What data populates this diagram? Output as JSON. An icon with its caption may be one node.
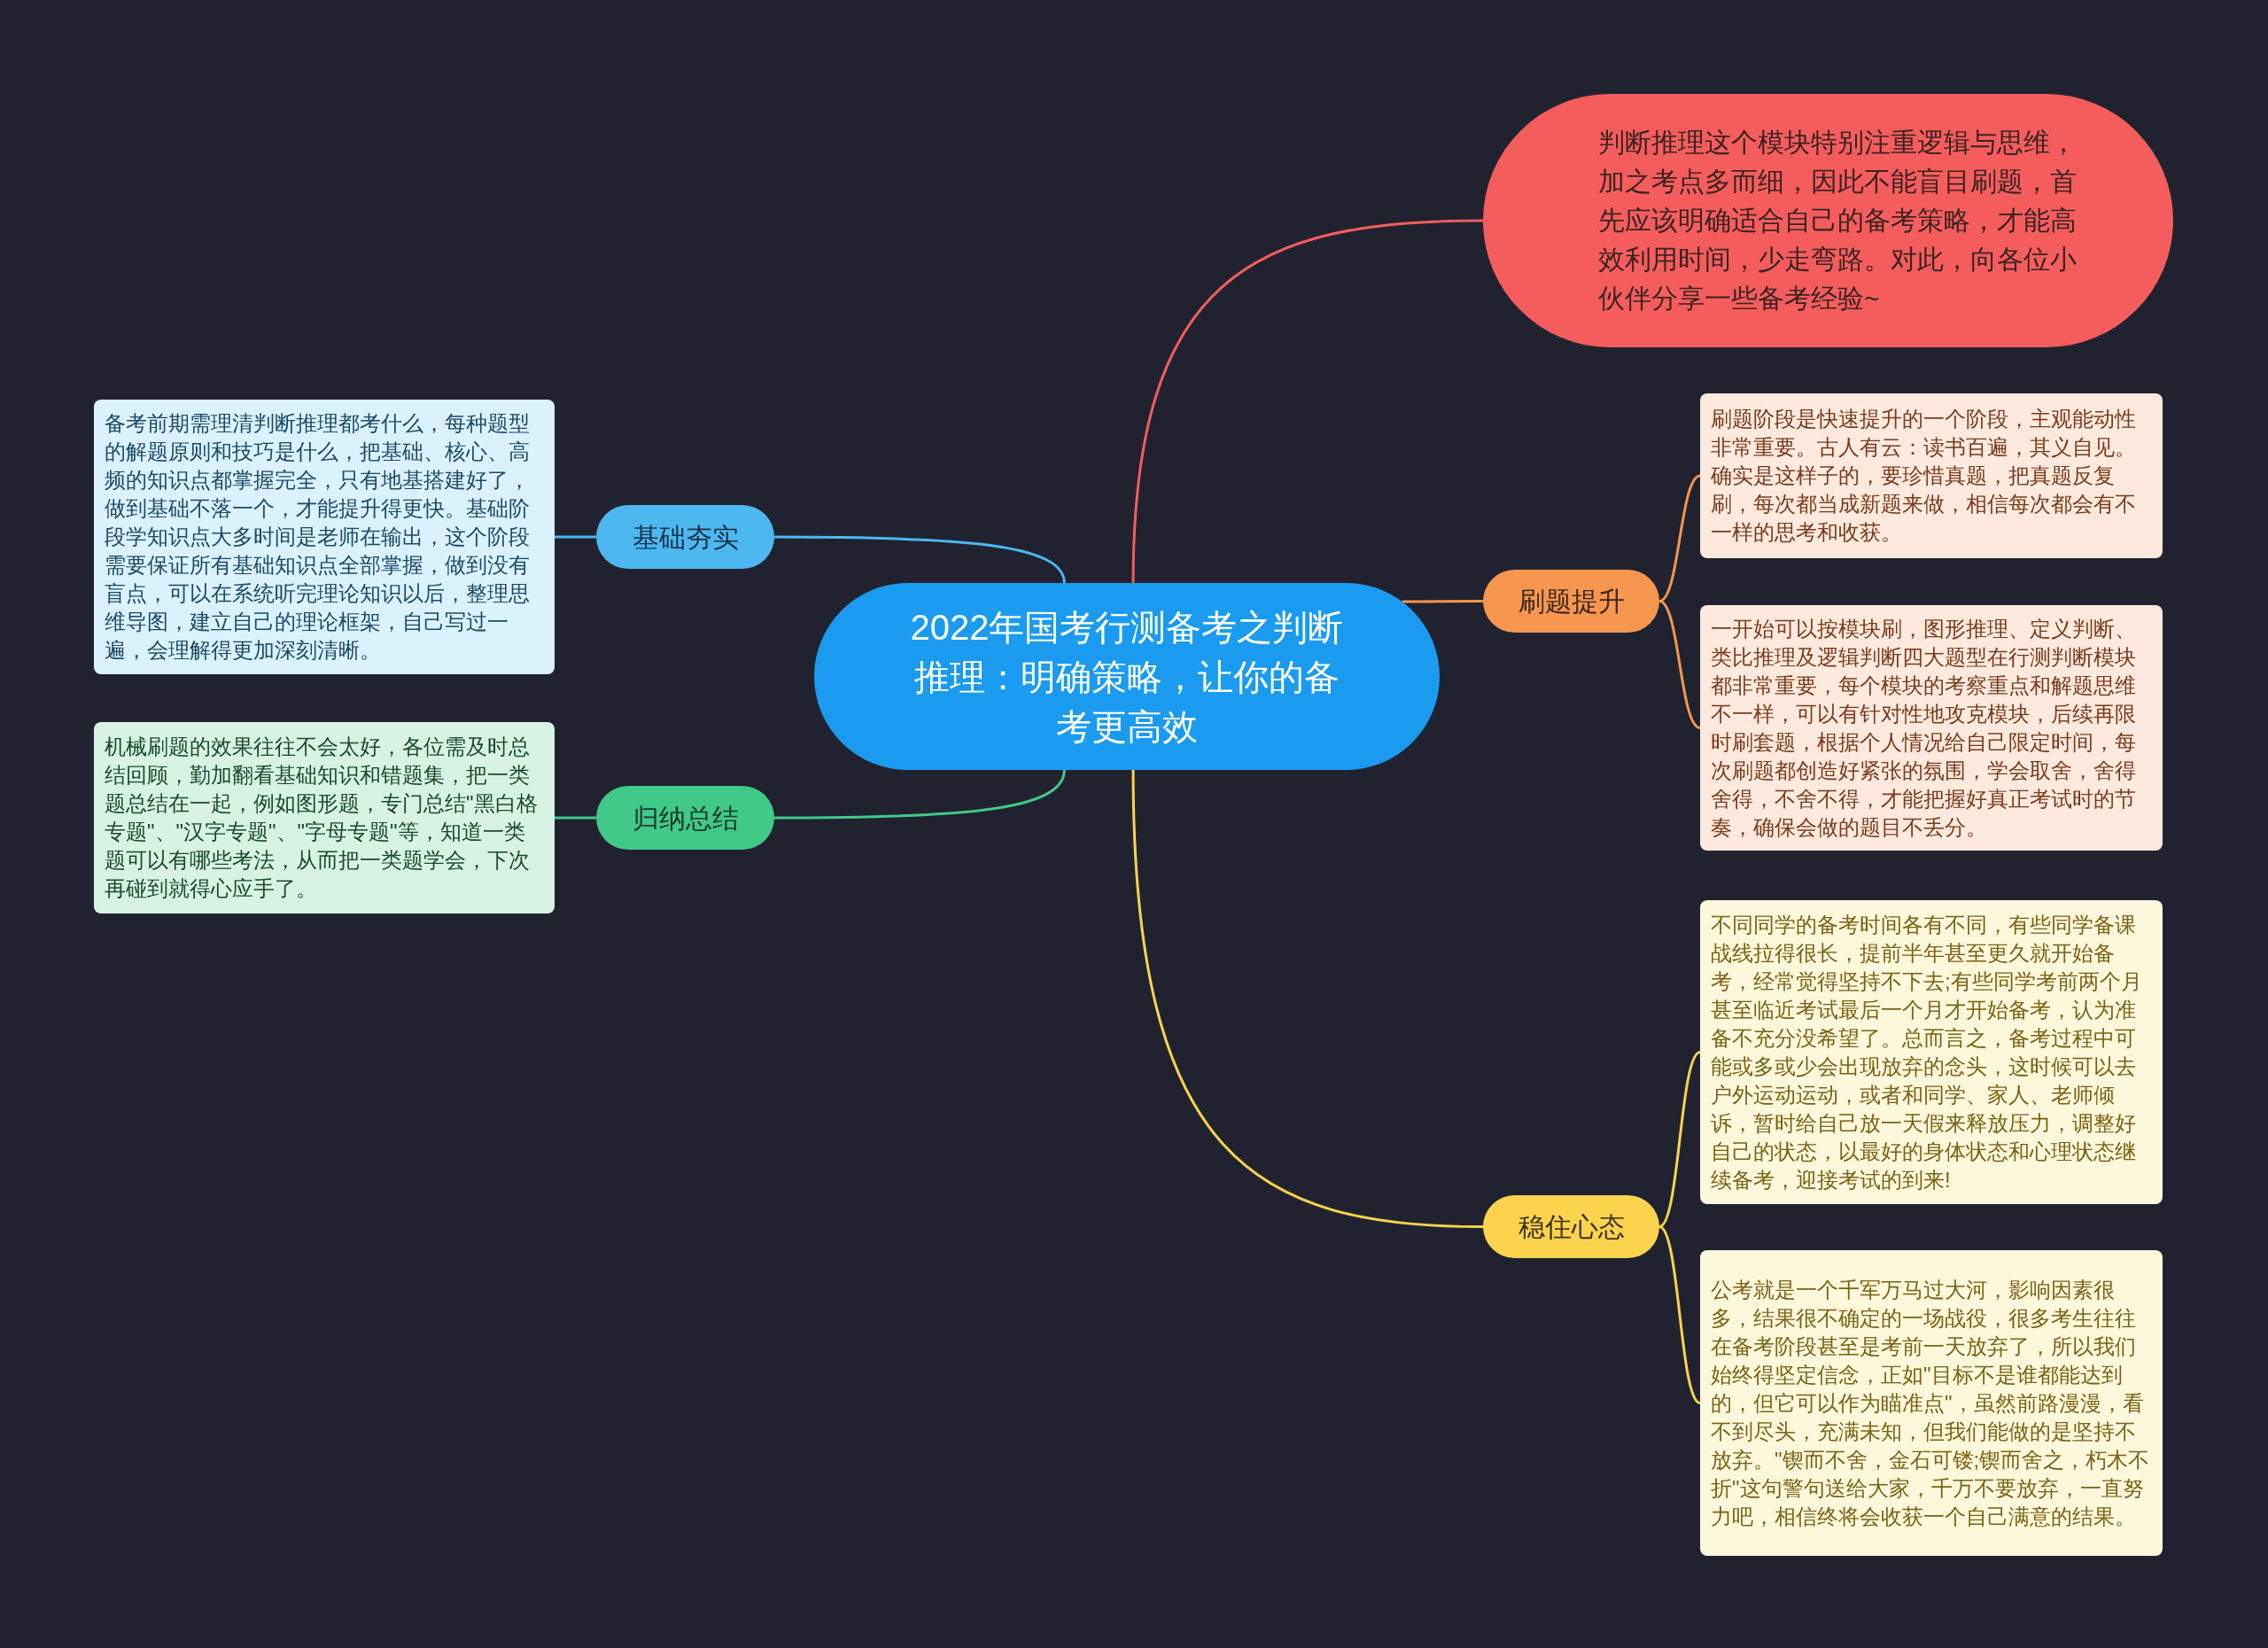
{
  "diagram": {
    "nodes": [
      {
        "text": [
          "2022年国考行测备考之判断推理：明确策略，让你的备考更高效"
        ]
      },
      {
        "text": [
          "判断推理这个模块特别注重逻辑与思维，加之考点多而细，因此不能盲目刷题，首先应该明确适合自己的备考策略，才能高效利用时间，少走弯路。对此，向各位小伙伴分享一些备考经验~"
        ]
      },
      {
        "text": [
          "刷题提升"
        ]
      },
      {
        "text": [
          "刷题阶段是快速提升的一个阶段，主观能动性非常重要。古人有云：读书百遍，其义自见。确实是这样子的，要珍惜真题，把真题反复刷，每次都当成新题来做，相信每次都会有不一样的思考和收获。"
        ]
      },
      {
        "text": [
          "一开始可以按模块刷，图形推理、定义判断、类比推理及逻辑判断四大题型在行测判断模块都非常重要，每个模块的考察重点和解题思维不一样，可以有针对性地攻克模块，后续再限时刷套题，根据个人情况给自己限定时间，每次刷题都创造好紧张的氛围，学会取舍，舍得舍得，不舍不得，才能把握好真正考试时的节奏，确保会做的题目不丢分。"
        ]
      },
      {
        "text": [
          "稳住心态"
        ]
      },
      {
        "text": [
          "不同同学的备考时间各有不同，有些同学备课战线拉得很长，提前半年甚至更久就开始备考，经常觉得坚持不下去;有些同学考前两个月甚至临近考试最后一个月才开始备考，认为准备不充分没希望了。总而言之，备考过程中可能或多或少会出现放弃的念头，这时候可以去户外运动运动，或者和同学、家人、老师倾诉，暂时给自己放一天假来释放压力，调整好自己的状态，以最好的身体状态和心理状态继续备考，迎接考试的到来!"
        ]
      },
      {
        "text": [
          "公考就是一个千军万马过大河，影响因素很多，结果很不确定的一场战役，很多考生往往在备考阶段甚至是考前一天放弃了，所以我们始终得坚定信念，正如\"目标不是谁都能达到的，但它可以作为瞄准点\"，虽然前路漫漫，看不到尽头，充满未知，但我们能做的是坚持不放弃。\"锲而不舍，金石可镂;锲而舍之，朽木不折\"这句警句送给大家，千万不要放弃，一直努力吧，相信终将会收获一个自己满意的结果。"
        ]
      },
      {
        "text": [
          "基础夯实"
        ]
      },
      {
        "text": [
          "备考前期需理清判断推理都考什么，每种题型的解题原则和技巧是什么，把基础、核心、高频的知识点都掌握完全，只有地基搭建好了，做到基础不落一个，才能提升得更快。基础阶段学知识点大多时间是老师在输出，这个阶段需要保证所有基础知识点全部掌握，做到没有盲点，可以在系统听完理论知识以后，整理思维导图，建立自己的理论框架，自己写过一遍，会理解得更加深刻清晰。"
        ]
      },
      {
        "text": [
          "归纳总结"
        ]
      },
      {
        "text": [
          "机械刷题的效果往往不会太好，各位需及时总结回顾，勤加翻看基础知识和错题集，把一类题总结在一起，例如图形题，专门总结\"黑白格专题\"、\"汉字专题\"、\"字母专题\"等，知道一类题可以有哪些考法，从而把一类题学会，下次再碰到就得心应手了。"
        ]
      }
    ],
    "edges": [
      {
        "from": 0,
        "to": 1,
        "arrow": "none",
        "color": "#f55d5d"
      },
      {
        "from": 0,
        "to": 2,
        "arrow": "none",
        "color": "#f7964f"
      },
      {
        "from": 0,
        "to": 5,
        "arrow": "none",
        "color": "#fcd34d"
      },
      {
        "from": 0,
        "to": 8,
        "arrow": "none",
        "color": "#4db8f0"
      },
      {
        "from": 0,
        "to": 10,
        "arrow": "none",
        "color": "#40c987"
      },
      {
        "from": 2,
        "to": 3,
        "arrow": "none",
        "color": "#f7964f"
      },
      {
        "from": 2,
        "to": 4,
        "arrow": "none",
        "color": "#f7964f"
      },
      {
        "from": 5,
        "to": 6,
        "arrow": "none",
        "color": "#fcd34d"
      },
      {
        "from": 5,
        "to": 7,
        "arrow": "none",
        "color": "#fcd34d"
      },
      {
        "from": 8,
        "to": 9,
        "arrow": "none",
        "color": "#4db8f0"
      },
      {
        "from": 10,
        "to": 11,
        "arrow": "none",
        "color": "#40c987"
      }
    ]
  }
}
